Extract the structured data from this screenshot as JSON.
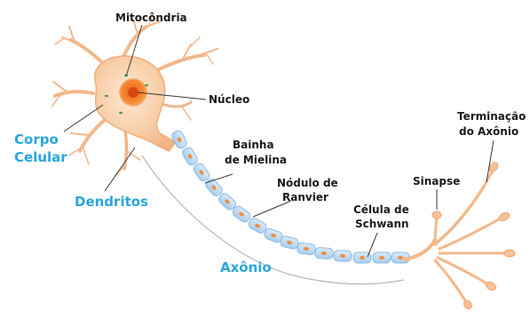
{
  "diagram": {
    "labels": {
      "mitochondria": "Mitocôndria",
      "nucleus": "Núcleo",
      "cell_body_line1": "Corpo",
      "cell_body_line2": "Celular",
      "dendrites": "Dendritos",
      "myelin_line1": "Bainha",
      "myelin_line2": "de Mielina",
      "ranvier_line1": "Nódulo de",
      "ranvier_line2": "Ranvier",
      "schwann_line1": "Célula de",
      "schwann_line2": "Schwann",
      "synapse": "Sinapse",
      "terminal_line1": "Terminação",
      "terminal_line2": "do Axônio",
      "axon": "Axônio"
    },
    "colors": {
      "neuron_fill": "#f6c9a4",
      "neuron_core": "#fbe2cb",
      "nucleus_outer": "#f29a3f",
      "nucleus_inner": "#e8561d",
      "myelin": "#bcd9f1",
      "myelin_stroke": "#8fbbe0",
      "schwann_nucleus": "#f08d3c",
      "accent_text": "#2aa6dc",
      "dark_text": "#1a1a1a"
    }
  }
}
